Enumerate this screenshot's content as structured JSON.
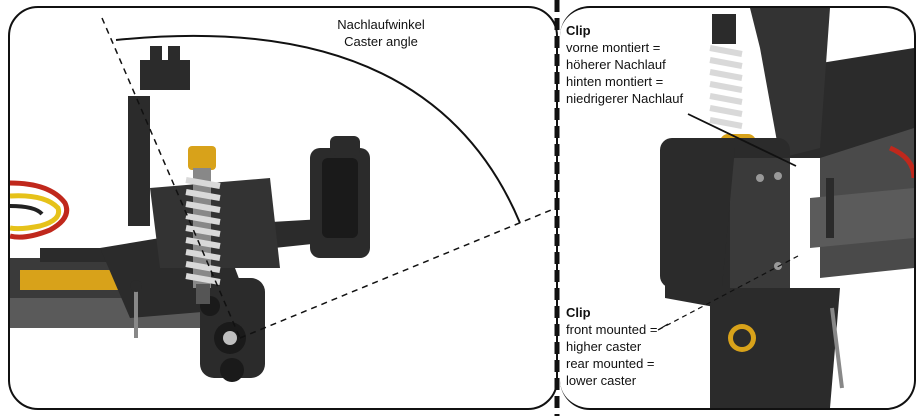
{
  "caster_label": {
    "german": "Nachlaufwinkel",
    "english": "Caster angle"
  },
  "clip_note_german": {
    "title": "Clip",
    "lines": [
      "vorne montiert =",
      "höherer Nachlauf",
      "hinten montiert =",
      "niedrigerer Nachlauf"
    ]
  },
  "clip_note_english": {
    "title": "Clip",
    "lines": [
      "front mounted =",
      "higher caster",
      "rear mounted =",
      "lower caster"
    ]
  },
  "colors": {
    "gold": "#d8a21a",
    "spring": "#d9d9d9",
    "plastic": "#2b2b2b",
    "carbon": "#4a4a4a",
    "wire_red": "#c0281c",
    "wire_yellow": "#e6c21a"
  }
}
